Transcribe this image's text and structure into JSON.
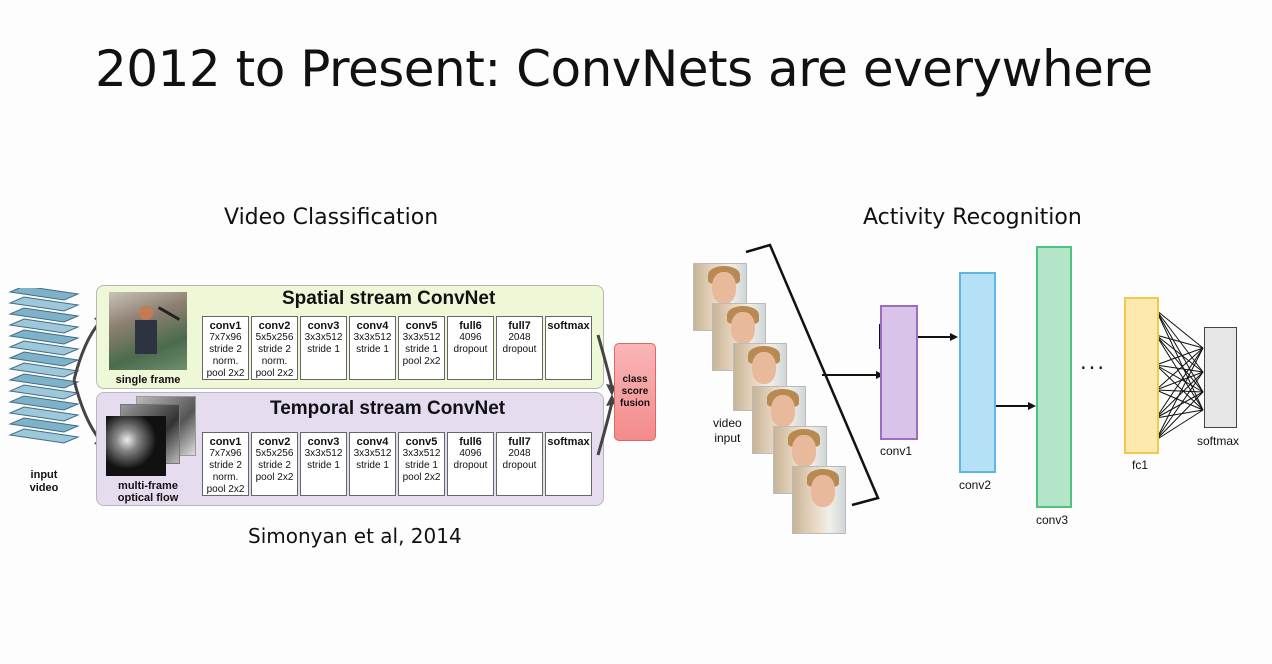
{
  "slide": {
    "title": "2012 to Present: ConvNets are everywhere"
  },
  "video_classification": {
    "heading": "Video Classification",
    "citation": "Simonyan et al, 2014",
    "input_label_line1": "input",
    "input_label_line2": "video",
    "spatial": {
      "title": "Spatial stream ConvNet",
      "thumb_label": "single frame",
      "layers": [
        {
          "name": "conv1",
          "l1": "7x7x96",
          "l2": "stride 2",
          "l3": "norm.",
          "l4": "pool 2x2"
        },
        {
          "name": "conv2",
          "l1": "5x5x256",
          "l2": "stride 2",
          "l3": "norm.",
          "l4": "pool 2x2"
        },
        {
          "name": "conv3",
          "l1": "3x3x512",
          "l2": "stride 1",
          "l3": "",
          "l4": ""
        },
        {
          "name": "conv4",
          "l1": "3x3x512",
          "l2": "stride 1",
          "l3": "",
          "l4": ""
        },
        {
          "name": "conv5",
          "l1": "3x3x512",
          "l2": "stride 1",
          "l3": "pool 2x2",
          "l4": ""
        },
        {
          "name": "full6",
          "l1": "4096",
          "l2": "dropout",
          "l3": "",
          "l4": ""
        },
        {
          "name": "full7",
          "l1": "2048",
          "l2": "dropout",
          "l3": "",
          "l4": ""
        },
        {
          "name": "softmax",
          "l1": "",
          "l2": "",
          "l3": "",
          "l4": ""
        }
      ]
    },
    "temporal": {
      "title": "Temporal stream ConvNet",
      "thumb_label_line1": "multi-frame",
      "thumb_label_line2": "optical flow",
      "layers": [
        {
          "name": "conv1",
          "l1": "7x7x96",
          "l2": "stride 2",
          "l3": "norm.",
          "l4": "pool 2x2"
        },
        {
          "name": "conv2",
          "l1": "5x5x256",
          "l2": "stride 2",
          "l3": "pool 2x2",
          "l4": ""
        },
        {
          "name": "conv3",
          "l1": "3x3x512",
          "l2": "stride 1",
          "l3": "",
          "l4": ""
        },
        {
          "name": "conv4",
          "l1": "3x3x512",
          "l2": "stride 1",
          "l3": "",
          "l4": ""
        },
        {
          "name": "conv5",
          "l1": "3x3x512",
          "l2": "stride 1",
          "l3": "pool 2x2",
          "l4": ""
        },
        {
          "name": "full6",
          "l1": "4096",
          "l2": "dropout",
          "l3": "",
          "l4": ""
        },
        {
          "name": "full7",
          "l1": "2048",
          "l2": "dropout",
          "l3": "",
          "l4": ""
        },
        {
          "name": "softmax",
          "l1": "",
          "l2": "",
          "l3": "",
          "l4": ""
        }
      ]
    },
    "fusion_line1": "class",
    "fusion_line2": "score",
    "fusion_line3": "fusion",
    "colors": {
      "spatial_bg": "#eef7d6",
      "temporal_bg": "#e6dcef",
      "fusion": "#f59a9a"
    }
  },
  "activity_recognition": {
    "heading": "Activity Recognition",
    "video_input_line1": "video",
    "video_input_line2": "input",
    "conv1": "conv1",
    "conv2": "conv2",
    "conv3": "conv3",
    "ellipsis": "...",
    "fc1": "fc1",
    "softmax": "softmax",
    "colors": {
      "conv1": "#d9c3e8",
      "conv2": "#b4e1f5",
      "conv3": "#b5e5c8",
      "fc1": "#fde9ae",
      "softmax": "#e6e6e6"
    }
  }
}
